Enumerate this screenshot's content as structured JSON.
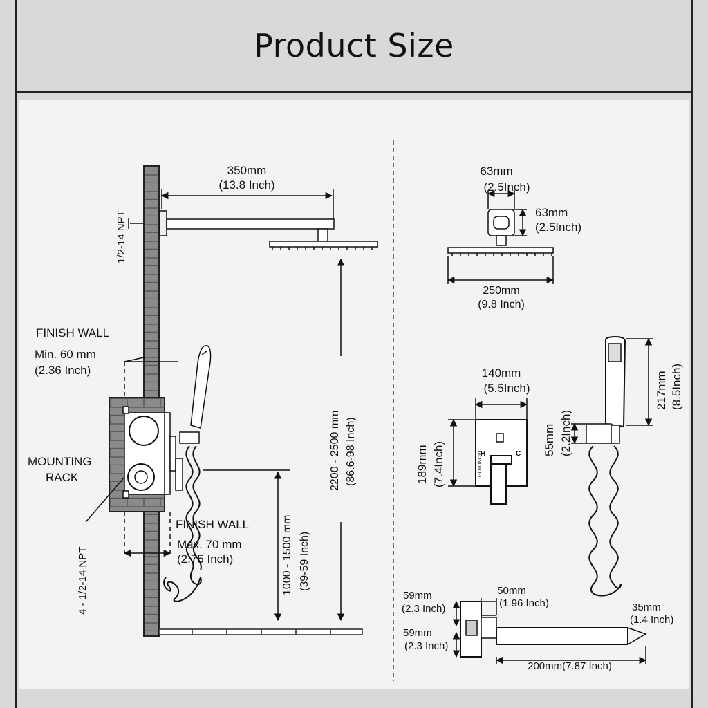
{
  "header": {
    "title": "Product Size"
  },
  "left": {
    "top_arm": {
      "mm": "350mm",
      "inch": "(13.8 Inch)"
    },
    "npt_top": "1/2-14 NPT",
    "finish_wall_1": {
      "label": "FINISH  WALL",
      "mm": "Min. 60 mm",
      "inch": "(2.36 Inch)"
    },
    "mounting_rack": {
      "line1": "MOUNTING",
      "line2": "RACK"
    },
    "npt_bottom": "4 - 1/2-14 NPT",
    "finish_wall_2": {
      "label": "FINISH  WALL",
      "mm": "Max. 70 mm",
      "inch": "(2.75 Inch)"
    },
    "height_shower": {
      "mm": "2200 - 2500 mm",
      "inch": "(86.6-98 Inch)"
    },
    "height_valve": {
      "mm": "1000 - 1500 mm",
      "inch": "(39-59 Inch)"
    }
  },
  "right": {
    "arm_flange": {
      "w_mm": "63mm",
      "w_inch": "(2.5Inch)",
      "h_mm": "63mm",
      "h_inch": "(2.5Inch)"
    },
    "shower_head": {
      "mm": "250mm",
      "inch": "(9.8 Inch)"
    },
    "trim_plate": {
      "w_mm": "140mm",
      "w_inch": "(5.5Inch)",
      "h_mm": "189mm",
      "h_inch": "(7.4Inch)",
      "hot": "H",
      "cold": "C",
      "brand": "GOTONOVO"
    },
    "handheld": {
      "len_mm": "217mm",
      "len_inch": "(8.5Inch)",
      "bracket_mm": "55mm",
      "bracket_inch": "(2.2Inch)"
    },
    "spout": {
      "h1_mm": "59mm",
      "h1_inch": "(2.3 Inch)",
      "h2_mm": "59mm",
      "h2_inch": "(2.3 Inch)",
      "w_mm": "50mm",
      "w_inch": "(1.96 Inch)",
      "tip_mm": "35mm",
      "tip_inch": "(1.4 Inch)",
      "length": "200mm(7.87 Inch)"
    }
  }
}
